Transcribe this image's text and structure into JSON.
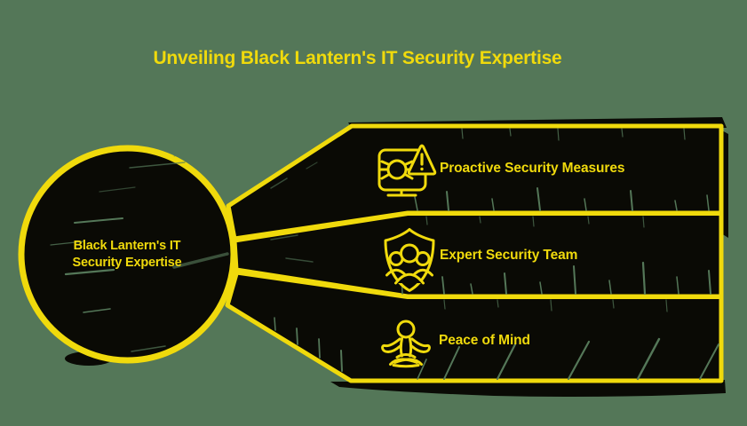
{
  "title": "Unveiling Black Lantern's IT Security Expertise",
  "colors": {
    "background": "#547758",
    "ink": "#0a0a05",
    "accent": "#f0da0c"
  },
  "hub": {
    "line1": "Black Lantern's IT",
    "line2": "Security Expertise"
  },
  "branches": [
    {
      "label": "Proactive Security Measures",
      "icon": "bug-alert-monitor-icon"
    },
    {
      "label": "Expert Security Team",
      "icon": "shield-team-icon"
    },
    {
      "label": "Peace of Mind",
      "icon": "meditation-icon"
    }
  ]
}
